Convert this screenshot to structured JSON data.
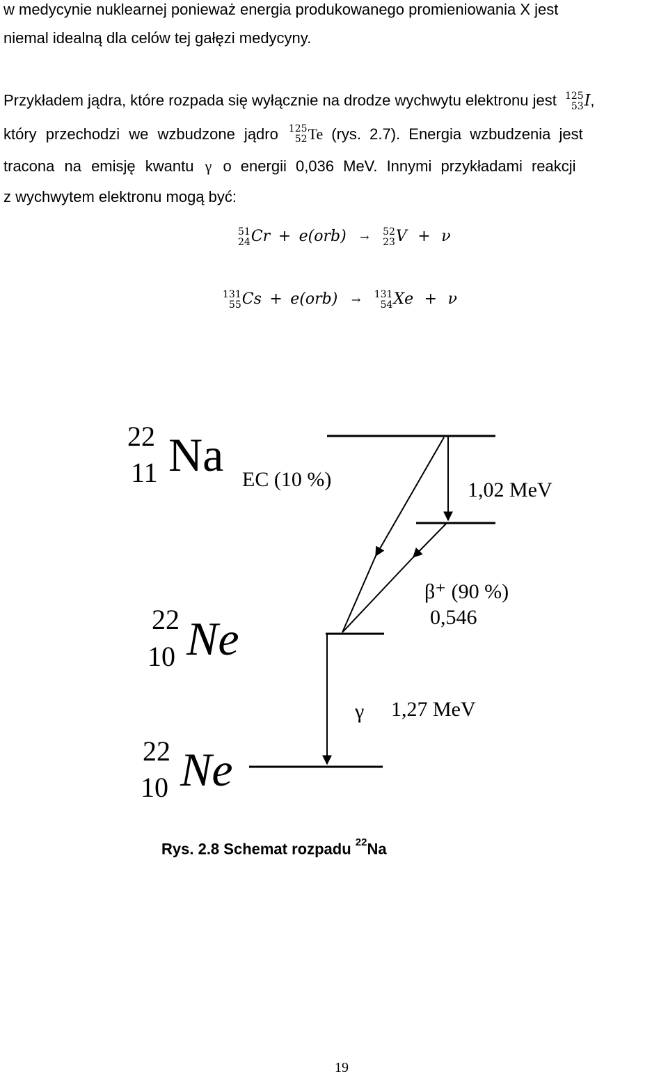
{
  "text": {
    "line1": "w medycynie nuklearnej ponieważ energia produkowanego promieniowania X jest",
    "line2": "niemal idealną dla celów tej gałęzi medycyny.",
    "p2_line1": "Przykładem jądra, które rozpada się wyłącznie na drodze wychwytu elektronu jest",
    "iodine": {
      "a": "125",
      "z": "53",
      "symbol": "I",
      "suffix": ","
    },
    "p2_line2_pre": "który przechodzi we wzbudzone jądro",
    "tellurium": {
      "a": "125",
      "z": "52",
      "symbol": "Te"
    },
    "p2_line2_post": "(rys. 2.7). Energia wzbudzenia jest",
    "p2_line3_pre": "tracona na emisję kwantu",
    "gamma": "γ",
    "p2_line3_post": "o energii 0,036 MeV. Innymi przykładami reakcji",
    "p2_line4": "z wychwytem elektronu mogą być:"
  },
  "equations": [
    {
      "lhs": {
        "a": "51",
        "z": "24",
        "symbol": "Cr"
      },
      "plus1": "+",
      "electron": "e(orb)",
      "arrow": "→",
      "rhs": {
        "a": "52",
        "z": "23",
        "symbol": "V"
      },
      "plus2": "+",
      "nu": "ν"
    },
    {
      "lhs": {
        "a": "131",
        "z": "55",
        "symbol": "Cs"
      },
      "plus1": "+",
      "electron": "e(orb)",
      "arrow": "→",
      "rhs": {
        "a": "131",
        "z": "54",
        "symbol": "Xe"
      },
      "plus2": "+",
      "nu": "ν"
    }
  ],
  "diagram": {
    "parent": {
      "a": "22",
      "z": "11",
      "symbol": "Na"
    },
    "excited": {
      "a": "22",
      "z": "10",
      "symbol": "Ne"
    },
    "ground": {
      "a": "22",
      "z": "10",
      "symbol": "Ne"
    },
    "ec_label": "EC (10 %)",
    "energy_1": "1,02 MeV",
    "beta_label": "β⁺ (90 %)",
    "beta_energy": "0,546",
    "gamma_symbol": "γ",
    "gamma_energy": "1,27 MeV"
  },
  "caption": {
    "prefix": "Rys. 2.8 Schemat rozpadu ",
    "mass": "22",
    "element": "Na"
  },
  "page_number": "19"
}
